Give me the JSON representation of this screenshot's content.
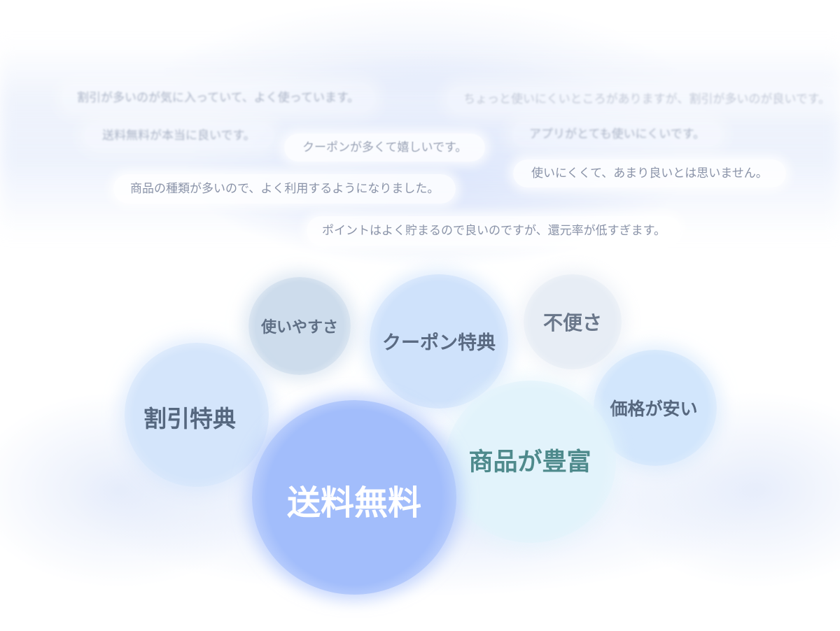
{
  "comments": [
    {
      "text": "割引が多いのが気に入っていて、よく使っています。",
      "style": "faint"
    },
    {
      "text": "ちょっと使いにくいところがありますが、割引が多いのが良いです。",
      "style": "faint"
    },
    {
      "text": "送料無料が本当に良いです。",
      "style": "faint"
    },
    {
      "text": "クーポンが多くて嬉しいです。",
      "style": "normal"
    },
    {
      "text": "アプリがとても使いにくいです。",
      "style": "faint"
    },
    {
      "text": "使いにくくて、あまり良いとは思いません。",
      "style": "normal"
    },
    {
      "text": "商品の種類が多いので、よく利用するようになりました。",
      "style": "normal"
    },
    {
      "text": "ポイントはよく貯まるので良いのですが、還元率が低すぎます。",
      "style": "normal"
    }
  ],
  "keywords": [
    {
      "label": "使いやすさ",
      "color": "#cddcec",
      "text_color": "#5f6f85"
    },
    {
      "label": "クーポン特典",
      "color": "#cfe2fb",
      "text_color": "#5a6a82"
    },
    {
      "label": "不便さ",
      "color": "#e7edf5",
      "text_color": "#6a778a"
    },
    {
      "label": "割引特典",
      "color": "#d4e5fb",
      "text_color": "#55677f"
    },
    {
      "label": "価格が安い",
      "color": "#d2e6fc",
      "text_color": "#56677e"
    },
    {
      "label": "商品が豊富",
      "color": "#e2f3fb",
      "text_color": "#4e8a8c"
    },
    {
      "label": "送料無料",
      "color": "#a2bdfb",
      "text_color": "#ffffff"
    }
  ]
}
